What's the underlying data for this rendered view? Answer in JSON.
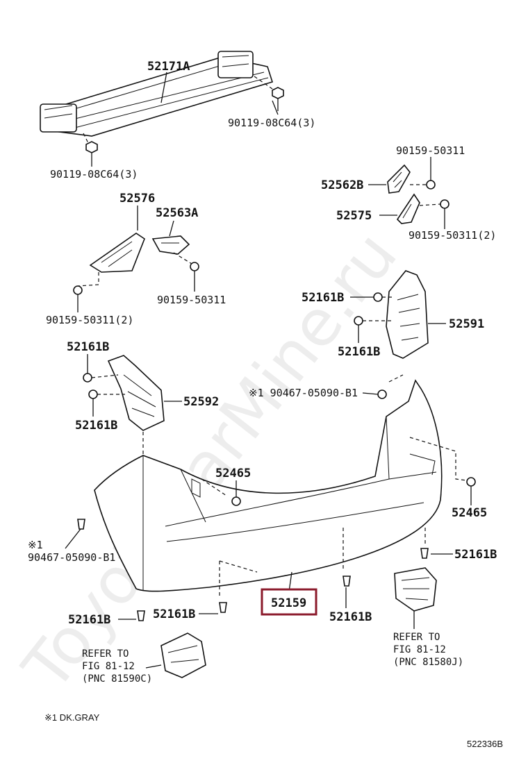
{
  "watermark": "ToyotaCarMine.ru",
  "labels": {
    "p52171A": "52171A",
    "p90119_right": "90119-08C64(3)",
    "p90119_left": "90119-08C64(3)",
    "p90159_top": "90159-50311",
    "p52562B": "52562B",
    "p52575": "52575",
    "p90159_right2": "90159-50311(2)",
    "p52576": "52576",
    "p52563A": "52563A",
    "p90159_mid": "90159-50311",
    "p90159_left2": "90159-50311(2)",
    "p52161B_a": "52161B",
    "p52591": "52591",
    "p52161B_b": "52161B",
    "p52161B_c": "52161B",
    "p52592": "52592",
    "p52161B_d": "52161B",
    "p90467_top": "※1 90467-05090-B1",
    "p52465_left": "52465",
    "p52465_right": "52465",
    "p90467_left_mark": "※1",
    "p90467_left": "90467-05090-B1",
    "p52161B_e": "52161B",
    "p52159": "52159",
    "p52161B_f": "52161B",
    "p52161B_g": "52161B",
    "p52161B_h": "52161B",
    "refer_right_1": "REFER TO",
    "refer_right_2": "FIG 81-12",
    "refer_right_3": "(PNC 81580J)",
    "refer_left_1": "REFER TO",
    "refer_left_2": "FIG 81-12",
    "refer_left_3": "(PNC 81590C)"
  },
  "footnote": "※1 DK.GRAY",
  "diagram_id": "522336B",
  "highlight_color": "#8b1a2b"
}
